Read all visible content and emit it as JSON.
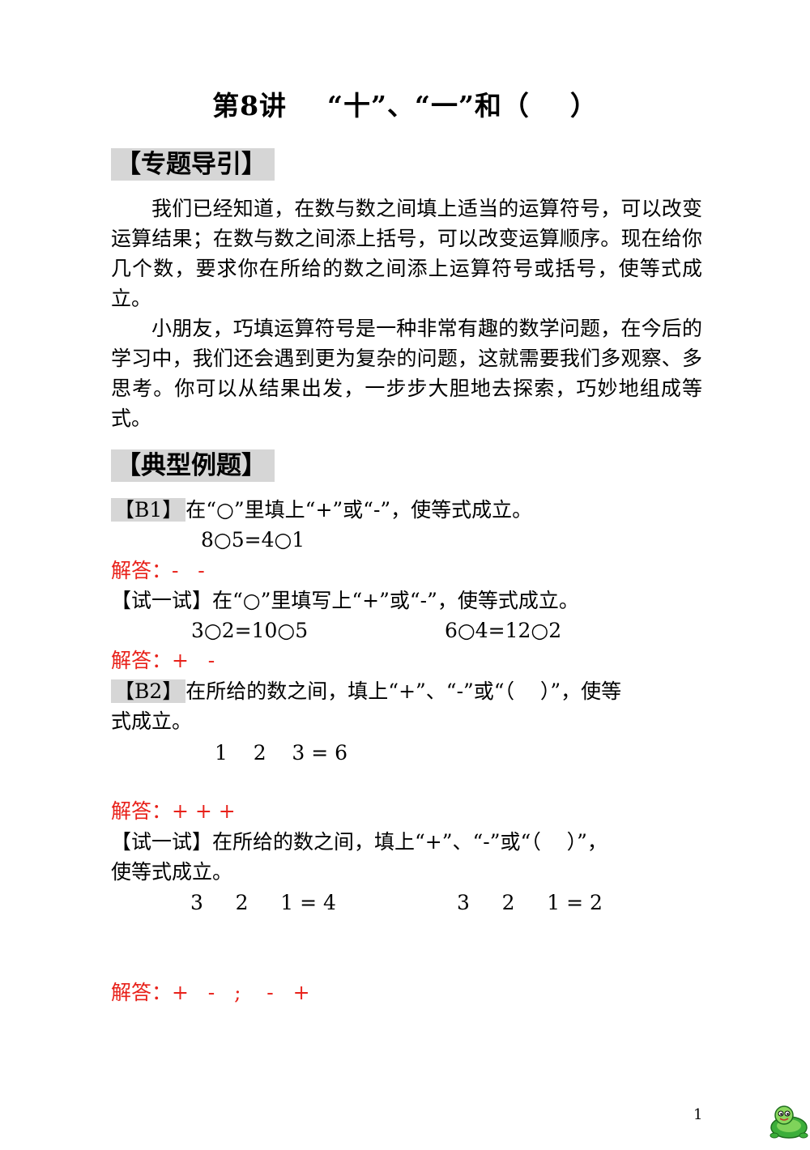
{
  "title": "第8讲    “十”、“一”和（    ）",
  "sections": {
    "guide_heading": "【专题导引】",
    "examples_heading": "【典型例题】"
  },
  "guide": {
    "p1": "我们已经知道，在数与数之间填上适当的运算符号，可以改变运算结果；在数与数之间添上括号，可以改变运算顺序。现在给你几个数，要求你在所给的数之间添上运算符号或括号，使等式成立。",
    "p2": "小朋友，巧填运算符号是一种非常有趣的数学问题，在今后的学习中，我们还会遇到更为复杂的问题，这就需要我们多观察、多思考。你可以从结果出发，一步步大胆地去探索，巧妙地组成等式。"
  },
  "b1": {
    "tag": "【B1】",
    "question": "在“○”里填上“+”或“-”，使等式成立。",
    "equation": "8○5=4○1",
    "answer_label": "解答：",
    "answer": "-   -"
  },
  "try1": {
    "tag": "【试一试】",
    "question": "在“○”里填写上“+”或“-”，使等式成立。",
    "eq1": "3○2=10○5",
    "eq2": "6○4=12○2",
    "answer_label": "解答：",
    "answer": "+   -"
  },
  "b2": {
    "tag": "【B2】",
    "question_line1": "在所给的数之间，填上“+”、“-”或“（    ）”，使等",
    "question_line2": "式成立。",
    "equation": "1    2    3 = 6",
    "answer_label": "解答：",
    "answer": "+ + +"
  },
  "try2": {
    "tag": "【试一试】",
    "question_line1": "在所给的数之间，填上“+”、“-”或“（    ）”，",
    "question_line2": "使等式成立。",
    "eq1": "3     2     1 = 4",
    "eq2": "3     2     1 = 2",
    "answer_label": "解答：",
    "answer": "+   -   ;    -   +"
  },
  "page_number": "1",
  "mascot_icon": "turtle-mascot-icon"
}
